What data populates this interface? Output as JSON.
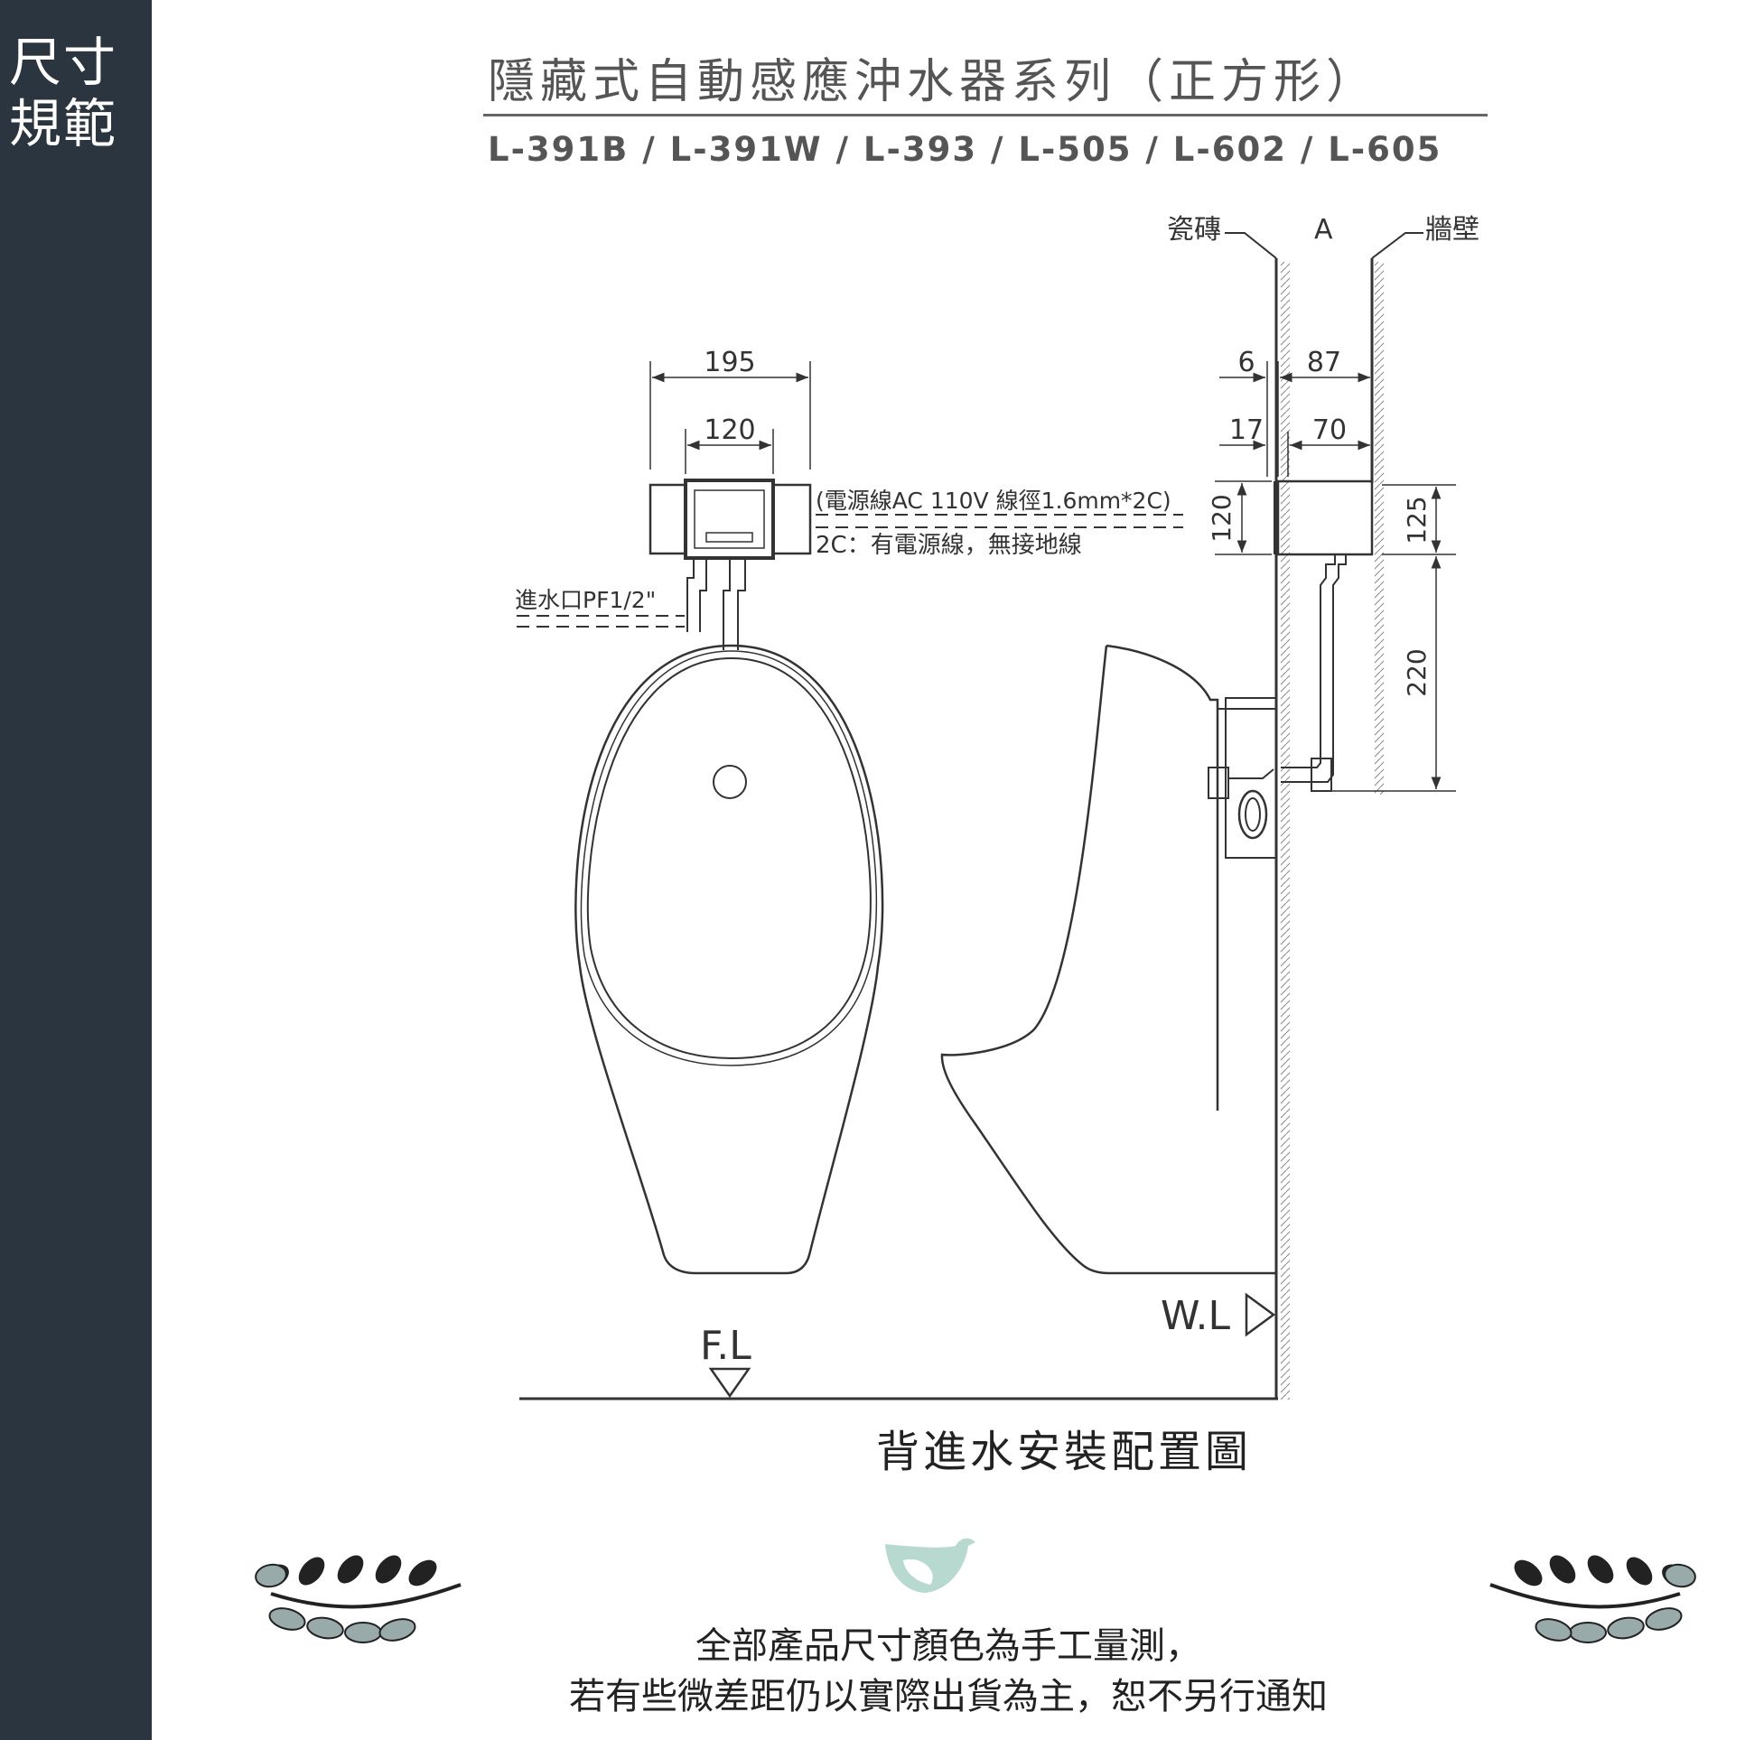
{
  "sidebar": {
    "line1": "尺寸",
    "line2": "規範"
  },
  "header": {
    "title": "隱藏式自動感應沖水器系列（正方形）",
    "models": "L-391B / L-391W / L-393 / L-505 / L-602 / L-605"
  },
  "diagram": {
    "labels": {
      "tile": "瓷磚",
      "gap": "A",
      "wall": "牆壁",
      "inlet": "進水口PF1/2\"",
      "power_line": "(電源線AC 110V 線徑1.6mm*2C)",
      "power_note": "2C：有電源線，無接地線",
      "wall_level": "W.L",
      "floor_level": "F.L"
    },
    "dimensions": {
      "box_width": "195",
      "box_face_width": "120",
      "tile_thickness": "6",
      "box_depth": "87",
      "offset": "17",
      "recess_depth": "70",
      "box_height": "120",
      "side_height": "125",
      "pipe_drop": "220"
    }
  },
  "caption": "背進水安裝配置圖",
  "notice": {
    "line1": "全部產品尺寸顏色為手工量測，",
    "line2": "若有些微差距仍以實際出貨為主，恕不另行通知"
  },
  "colors": {
    "sidebar": "#2b353f",
    "line": "#333333",
    "logo": "#b8d9cf"
  }
}
